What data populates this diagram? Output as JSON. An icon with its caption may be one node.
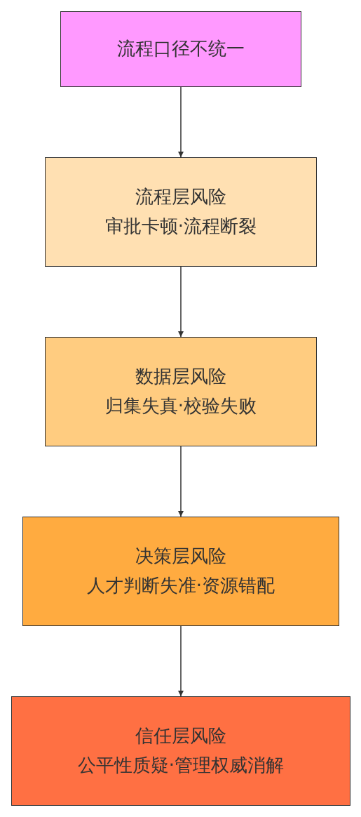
{
  "diagram": {
    "nodes": [
      {
        "text": [
          "流程口径不统一"
        ]
      },
      {
        "text": [
          "流程层风险",
          "审批卡顿·流程断裂"
        ]
      },
      {
        "text": [
          "数据层风险",
          "归集失真·校验失败"
        ]
      },
      {
        "text": [
          "决策层风险",
          "人才判断失准·资源错配"
        ]
      },
      {
        "text": [
          "信任层风险",
          "公平性质疑·管理权威消解"
        ]
      }
    ],
    "edges": [
      {
        "from": 0,
        "to": 1,
        "arrow": "to"
      },
      {
        "from": 1,
        "to": 2,
        "arrow": "to"
      },
      {
        "from": 2,
        "to": 3,
        "arrow": "to"
      },
      {
        "from": 3,
        "to": 4,
        "arrow": "to"
      }
    ]
  }
}
